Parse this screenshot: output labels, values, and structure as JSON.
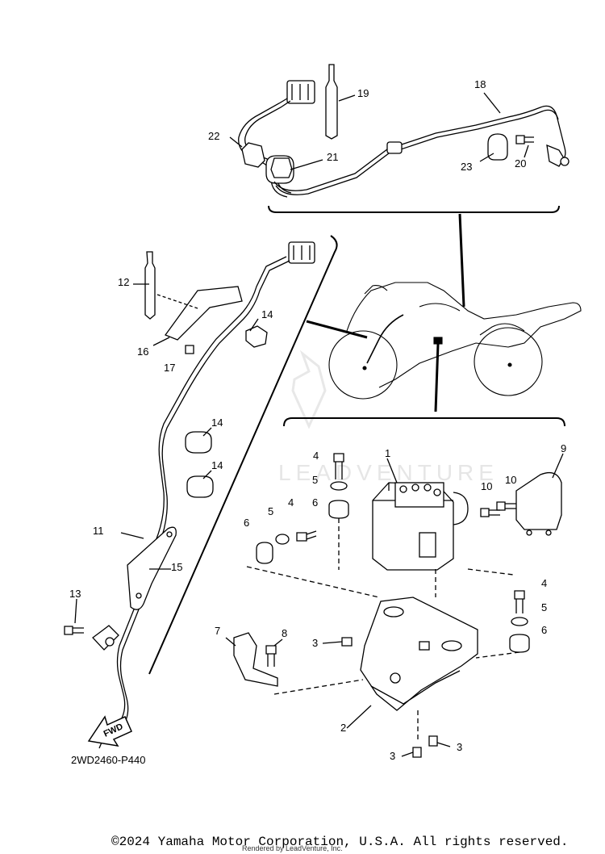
{
  "watermark": {
    "text": "LEADVENTURE"
  },
  "diagram_code": "2WD2460-P440",
  "fwd_label": "FWD",
  "copyright": "©2024 Yamaha Motor Corporation, U.S.A. All rights reserved.",
  "rendered_by": "Rendered by LeadVenture, Inc.",
  "callouts": {
    "c1": "1",
    "c2": "2",
    "c3a": "3",
    "c3b": "3",
    "c3c": "3",
    "c4a": "4",
    "c4b": "4",
    "c4c": "4",
    "c5a": "5",
    "c5b": "5",
    "c5c": "5",
    "c6a": "6",
    "c6b": "6",
    "c6c": "6",
    "c7": "7",
    "c8": "8",
    "c9": "9",
    "c10a": "10",
    "c10b": "10",
    "c11": "11",
    "c12": "12",
    "c13": "13",
    "c14a": "14",
    "c14b": "14",
    "c14c": "14",
    "c15": "15",
    "c16": "16",
    "c17": "17",
    "c18": "18",
    "c19": "19",
    "c20": "20",
    "c21": "21",
    "c22": "22",
    "c23": "23"
  },
  "colors": {
    "line": "#000000",
    "watermark": "#e6e6e6"
  }
}
